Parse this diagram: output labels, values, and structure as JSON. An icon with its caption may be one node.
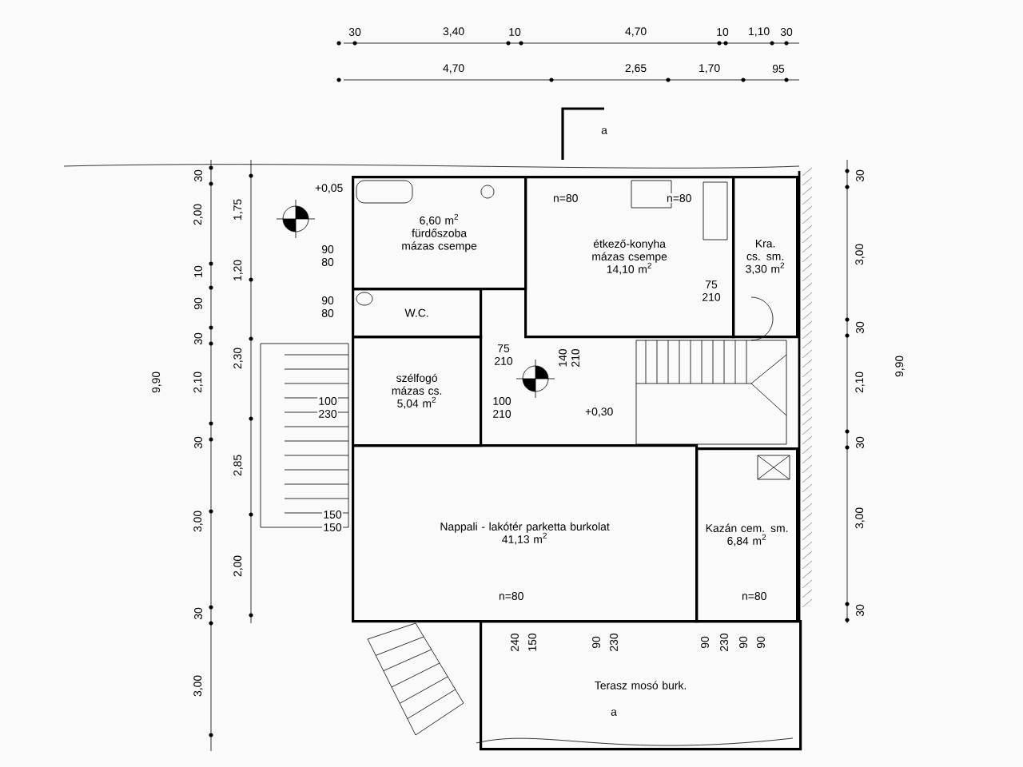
{
  "diagram": {
    "nodes": [
      {
        "text": [
          "6,60 m$^{2}$",
          "fürdőszoba mázas csempe"
        ]
      },
      {
        "text": [
          "W.C."
        ]
      },
      {
        "text": [
          "étkező-konyha mázas csempe",
          "14,10 m$^{2}$"
        ]
      },
      {
        "text": [
          "Kra. cs. sm.",
          "3,30 m$^{2}$"
        ]
      },
      {
        "text": [
          "szélfogó mázas cs.",
          "5,04 m$^{2}$"
        ]
      },
      {
        "text": [
          "Nappali - lakótér parketta burkolat",
          "41,13 m$^{2}$"
        ]
      },
      {
        "text": [
          "Kazán cem. sm.",
          "6,84 m$^{2}$"
        ]
      },
      {
        "text": [
          "Terasz mosó burk."
        ]
      }
    ],
    "labels": [
      "30",
      "3,40",
      "10",
      "4,70",
      "10",
      "1,10",
      "30",
      "4,70",
      "2,65",
      "1,70",
      "95",
      "30",
      "2,00",
      "10",
      "90",
      "30",
      "2,10",
      "30",
      "3,00",
      "30",
      "3,00",
      "1,75",
      "1,20",
      "2,30",
      "2,85",
      "2,00",
      "9,90",
      "30",
      "3,00",
      "30",
      "2,10",
      "30",
      "3,00",
      "30",
      "9,90",
      "+0,05",
      "+0,30",
      "90 80",
      "90 80",
      "75 210",
      "75 210",
      "140 210",
      "100 230",
      "100 210",
      "150 150",
      "n=80",
      "n=80",
      "n=80",
      "n=80",
      "240",
      "150",
      "90",
      "230",
      "90",
      "230",
      "90",
      "90",
      "a",
      "a"
    ]
  }
}
